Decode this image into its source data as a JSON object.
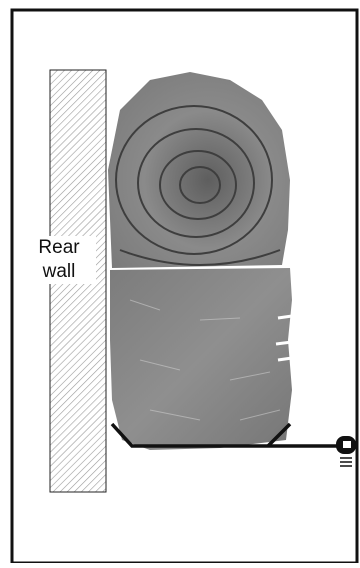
{
  "diagram": {
    "rear_wall_label_line1": "Rear",
    "rear_wall_label_line2": "wall",
    "colors": {
      "frame": "#111111",
      "wall_hatch": "#9a9a9a",
      "stone_dark": "#6f6f6f",
      "stone_mid": "#8e8e8e",
      "stone_light": "#b5b5b5"
    },
    "icons": [
      "mounting-bracket",
      "anchor-screw-icon"
    ]
  }
}
